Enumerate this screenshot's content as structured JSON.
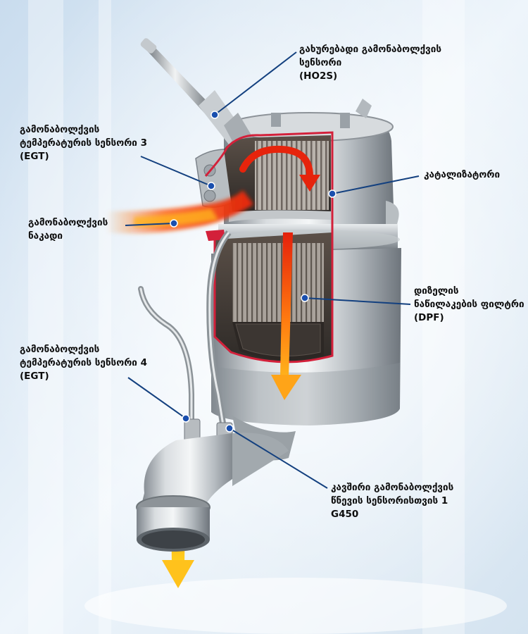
{
  "labels": {
    "ho2s": [
      "გახურებადი გამონაბოლქვის",
      "სენსორი",
      "(HO2S)"
    ],
    "egt3": [
      "გამონაბოლქვის",
      "ტემპერატურის სენსორი 3",
      "(EGT)"
    ],
    "catalyst": [
      "კატალიზატორი"
    ],
    "inflow": [
      "გამონაბოლქვის",
      "ნაკადი"
    ],
    "dpf": [
      "დიზელის",
      "ნაწილაკების ფილტრი",
      "(DPF)"
    ],
    "egt4": [
      "გამონაბოლქვის",
      "ტემპერატურის სენსორი 4",
      "(EGT)"
    ],
    "g450": [
      "კავშირი გამონაბოლქვის",
      "წნევის სენსორისთვის 1",
      "G450"
    ]
  },
  "colors": {
    "leader_line": "#13407f",
    "leader_dot": "#1a4fae",
    "cutaway_edge": "#d3203a",
    "background": "#dbe8f3"
  }
}
